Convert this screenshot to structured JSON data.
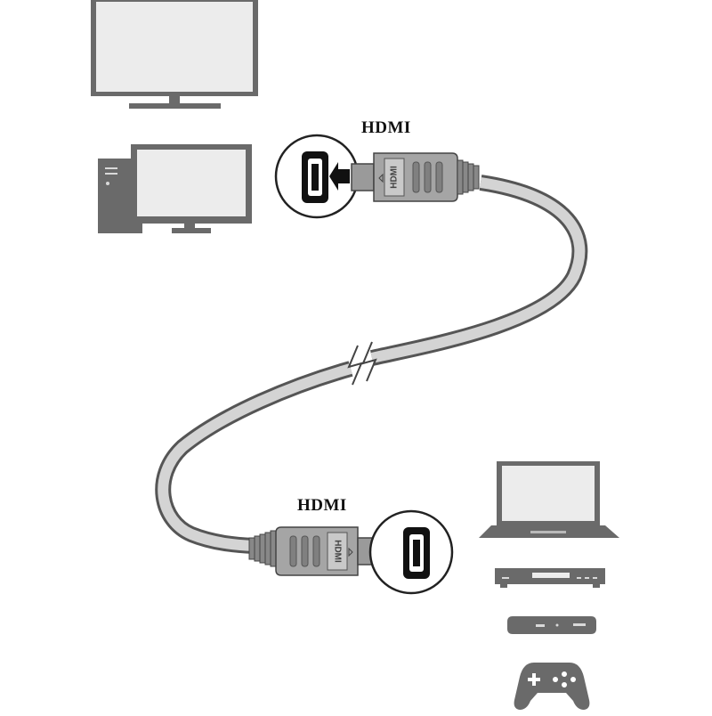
{
  "labels": {
    "top_connector": "HDMI",
    "bottom_connector": "HDMI",
    "plug_imprint": "HDMI"
  },
  "icons": {
    "top_left": [
      "tv-icon",
      "desktop-computer-icon"
    ],
    "bottom_right": [
      "laptop-icon",
      "dvd-player-icon",
      "set-top-box-icon",
      "gamepad-icon"
    ]
  },
  "colors": {
    "device_fill": "#6a6a6a",
    "screen_fill": "#ececec",
    "cable_outline": "#555555",
    "cable_fill": "#d4d4d4",
    "plug_fill": "#9a9a9a",
    "background": "#ffffff"
  }
}
